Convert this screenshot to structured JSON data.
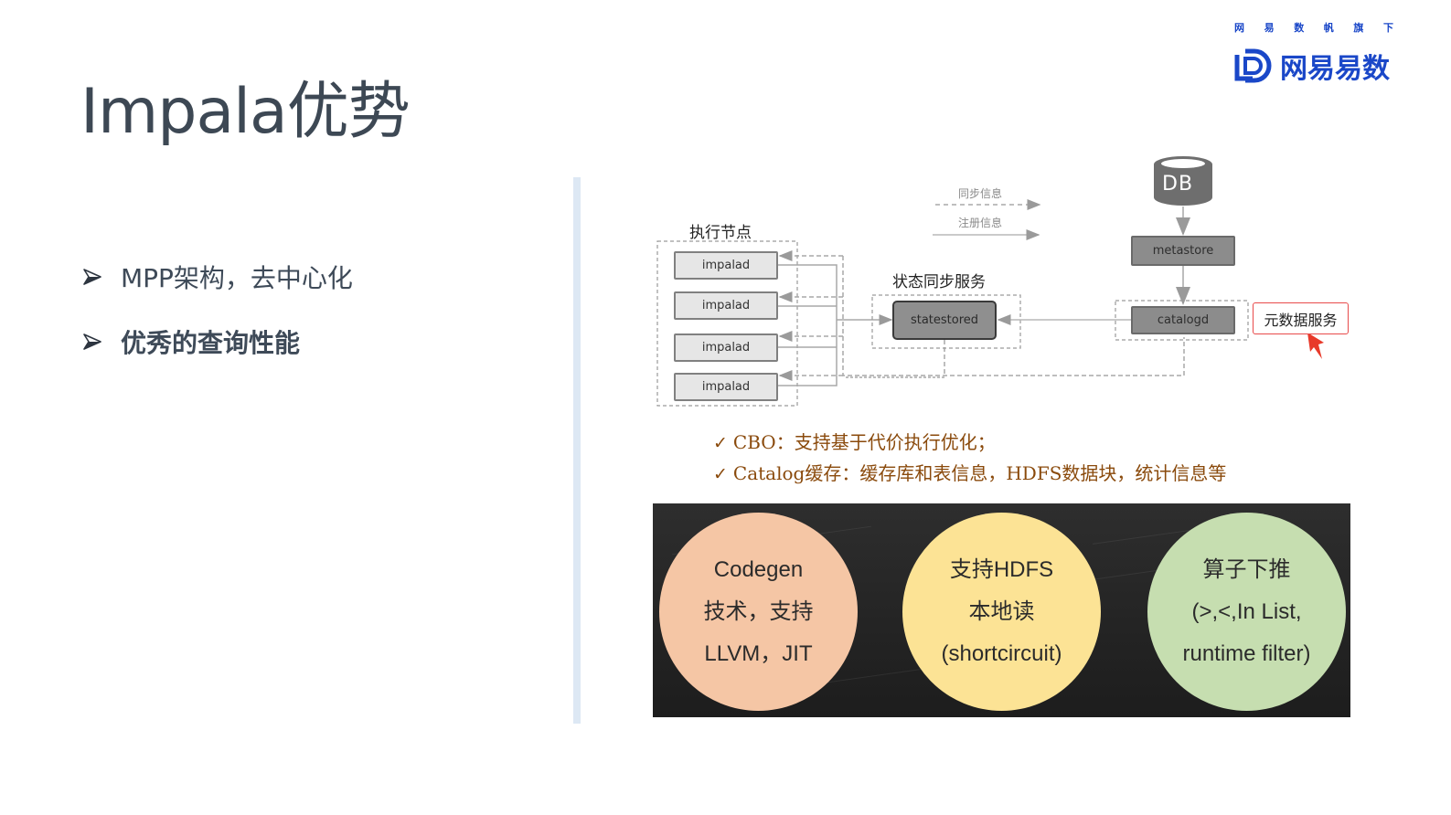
{
  "slide": {
    "title": "Impala优势"
  },
  "brand": {
    "tagline_chars": [
      "网",
      "易",
      "数",
      "帆",
      "旗",
      "下"
    ],
    "name": "网易易数",
    "logo_icon": "netease-easydata-logo-icon",
    "color": "#1a47c8"
  },
  "bullets": [
    {
      "text": "MPP架构，去中心化",
      "bold": false,
      "icon": "arrowhead-bullet-icon"
    },
    {
      "text": "优秀的查询性能",
      "bold": true,
      "icon": "arrowhead-bullet-icon"
    }
  ],
  "diagram": {
    "legend": {
      "sync_info": "同步信息",
      "register_info": "注册信息"
    },
    "exec_nodes_label": "执行节点",
    "impalad_nodes": [
      "impalad",
      "impalad",
      "impalad",
      "impalad"
    ],
    "state_sync_label": "状态同步服务",
    "statestored": "statestored",
    "db_label": "DB",
    "metastore": "metastore",
    "catalogd": "catalogd",
    "metadata_service_callout": "元数据服务"
  },
  "checks": [
    {
      "mark": "✓",
      "text": "CBO：支持基于代价执行优化；"
    },
    {
      "mark": "✓",
      "text": "Catalog缓存：缓存库和表信息，HDFS数据块，统计信息等"
    }
  ],
  "features": [
    {
      "lines": [
        "Codegen",
        "技术，支持",
        "LLVM，JIT"
      ],
      "color": "#f5c6a5"
    },
    {
      "lines": [
        "支持HDFS",
        "本地读",
        "(shortcircuit)"
      ],
      "color": "#fce395"
    },
    {
      "lines": [
        "算子下推",
        "(>,<,In List,",
        "runtime filter)"
      ],
      "color": "#c6deb0"
    }
  ],
  "colors": {
    "title_text": "#3d4854",
    "divider": "#dde8f4",
    "check_text": "#8a4a0c",
    "callout_border": "#e84a4a",
    "panel_bg": "#262626"
  }
}
